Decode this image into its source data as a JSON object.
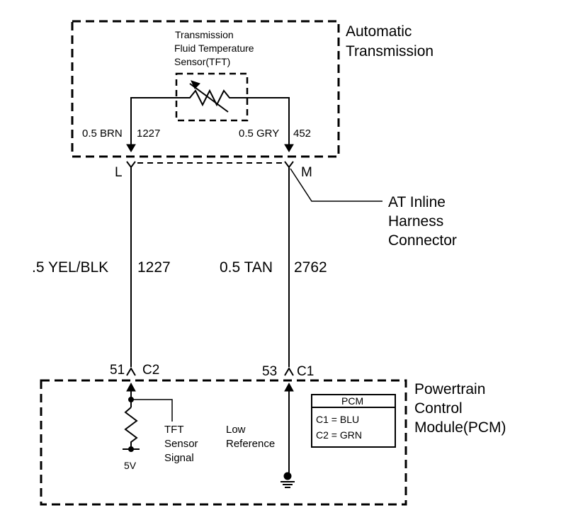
{
  "transmission": {
    "box_title_1": "Automatic",
    "box_title_2": "Transmission",
    "sensor_line_1": "Transmission",
    "sensor_line_2": "Fluid Temperature",
    "sensor_line_3": "Sensor(TFT)",
    "left_wire": "0.5 BRN",
    "left_circuit": "1227",
    "right_wire": "0.5 GRY",
    "right_circuit": "452"
  },
  "inline_connector": {
    "pin_left": "L",
    "pin_right": "M",
    "label_1": "AT Inline",
    "label_2": "Harness",
    "label_3": "Connector"
  },
  "harness": {
    "left_wire": ".5 YEL/BLK",
    "left_circuit": "1227",
    "right_wire": "0.5 TAN",
    "right_circuit": "2762"
  },
  "pcm_connectors": {
    "left_pin": "51",
    "left_conn": "C2",
    "right_pin": "53",
    "right_conn": "C1"
  },
  "pcm": {
    "title_1": "Powertrain",
    "title_2": "Control",
    "title_3": "Module(PCM)",
    "tft_1": "TFT",
    "tft_2": "Sensor",
    "tft_3": "Signal",
    "volt": "5V",
    "low_1": "Low",
    "low_2": "Reference",
    "legend_title": "PCM",
    "legend_c1": "C1 = BLU",
    "legend_c2": "C2 = GRN"
  }
}
